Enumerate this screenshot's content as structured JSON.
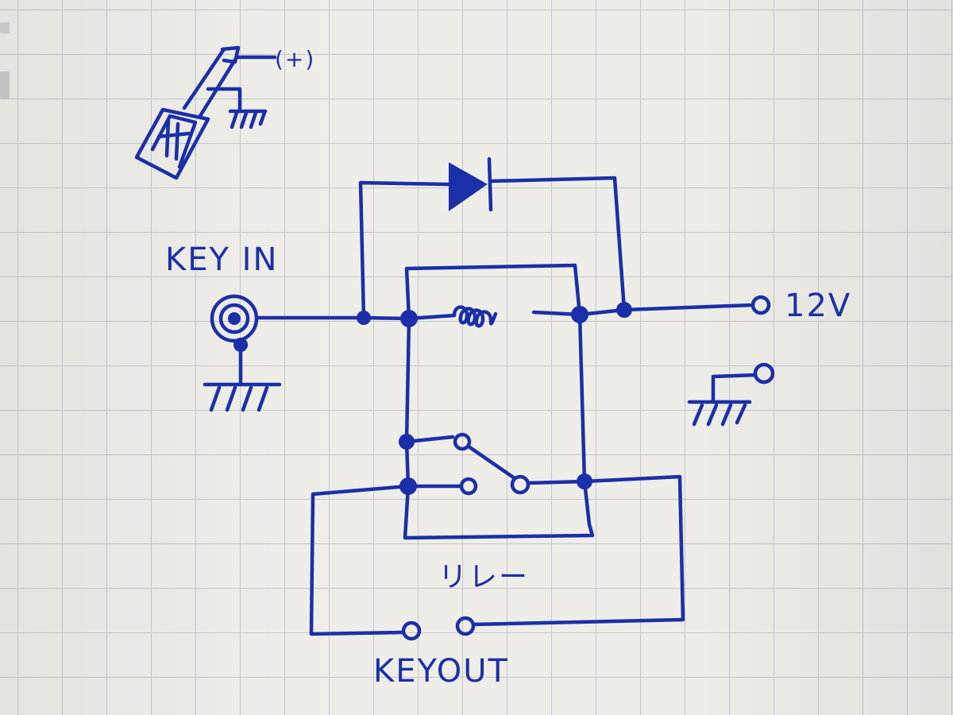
{
  "labels": {
    "key_in": "KEY IN",
    "supply": "12V",
    "relay": "リレー",
    "key_out": "KEYOUT",
    "plus": "(+)"
  },
  "colors": {
    "ink": "#1a2fa8",
    "paper": "#efede8",
    "grid": "#c4c6cc"
  }
}
